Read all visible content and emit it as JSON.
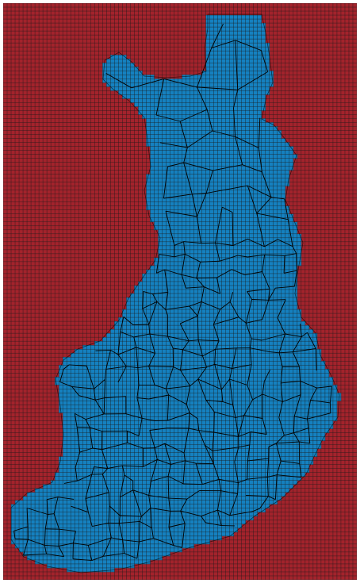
{
  "map": {
    "background_fill": "#a3232c",
    "land_fill": "#1581c0",
    "grid_line_color": "#1a1a1a",
    "boundary_color": "#000000",
    "frame_color": "#ffffff",
    "cell_columns": 89,
    "cell_rows": 145,
    "region": "finland-municipal-boundaries"
  }
}
